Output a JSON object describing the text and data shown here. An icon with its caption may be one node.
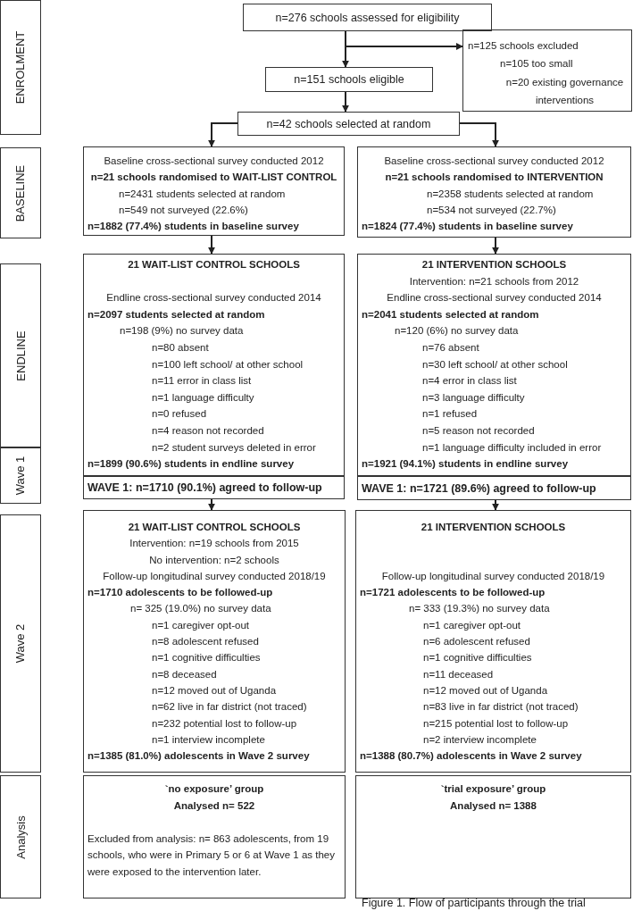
{
  "diagram": {
    "caption": "Figure 1. Flow of participants through the trial",
    "nodes": [
      {
        "text": [
          "ENROLMENT"
        ]
      },
      {
        "text": [
          "BASELINE"
        ]
      },
      {
        "text": [
          "ENDLINE"
        ]
      },
      {
        "text": [
          "Wave 1"
        ]
      },
      {
        "text": [
          "Wave 2"
        ]
      },
      {
        "text": [
          "Analysis"
        ]
      },
      {
        "text": [
          "n=276 schools assessed for eligibility"
        ]
      },
      {
        "text": [
          "n=125 schools excluded",
          "n=105 too small",
          "n=20 existing governance interventions"
        ]
      },
      {
        "text": [
          "n=151 schools eligible"
        ]
      },
      {
        "text": [
          "n=42 schools selected at random"
        ]
      },
      {
        "text": [
          "Baseline cross-sectional survey conducted 2012",
          "n=21 schools randomised to WAIT-LIST CONTROL",
          "n=2431 students selected at random",
          "n=549 not surveyed (22.6%)",
          "n=1882 (77.4%) students in baseline survey"
        ]
      },
      {
        "text": [
          "Baseline cross-sectional survey conducted 2012",
          "n=21 schools randomised to INTERVENTION",
          "n=2358 students selected at random",
          "n=534 not surveyed (22.7%)",
          "n=1824 (77.4%) students in baseline survey"
        ]
      },
      {
        "text": [
          "21 WAIT-LIST CONTROL SCHOOLS",
          "Endline cross-sectional survey conducted 2014",
          "n=2097 students selected at random",
          "n=198 (9%) no survey data",
          "n=80 absent",
          "n=100 left school/ at other school",
          "n=11 error in class list",
          "n=1 language difficulty",
          "n=0 refused",
          "n=4 reason not recorded",
          "n=2 student surveys deleted in error",
          "n=1899 (90.6%) students in endline survey"
        ]
      },
      {
        "text": [
          "21 INTERVENTION SCHOOLS",
          "Intervention: n=21 schools from 2012",
          "Endline cross-sectional survey conducted 2014",
          "n=2041 students selected at random",
          "n=120 (6%) no survey data",
          "n=76 absent",
          "n=30 left school/ at other school",
          "n=4 error in class list",
          "n=3 language difficulty",
          "n=1 refused",
          "n=5 reason not recorded",
          "n=1 language difficulty included in error",
          "n=1921 (94.1%) students in endline survey"
        ]
      },
      {
        "text": [
          "WAVE 1: n=1710 (90.1%) agreed to follow-up"
        ]
      },
      {
        "text": [
          "WAVE 1: n=1721 (89.6%) agreed to follow-up"
        ]
      },
      {
        "text": [
          "21 WAIT-LIST CONTROL SCHOOLS",
          "Intervention: n=19 schools from 2015",
          "No intervention: n=2 schools",
          "Follow-up longitudinal survey conducted 2018/19",
          "n=1710 adolescents to be followed-up",
          "n= 325 (19.0%) no survey data",
          "n=1 caregiver opt-out",
          "n=8 adolescent refused",
          "n=1 cognitive difficulties",
          "n=8 deceased",
          "n=12 moved out of Uganda",
          "n=62 live in far district (not traced)",
          "n=232 potential lost to follow-up",
          "n=1 interview incomplete",
          "n=1385 (81.0%) adolescents in Wave 2 survey"
        ]
      },
      {
        "text": [
          "21 INTERVENTION SCHOOLS",
          "Follow-up longitudinal survey conducted 2018/19",
          "n=1721 adolescents to be followed-up",
          "n= 333 (19.3%) no survey data",
          "n=1 caregiver opt-out",
          "n=6 adolescent refused",
          "n=1 cognitive difficulties",
          "n=11 deceased",
          "n=12 moved out of Uganda",
          "n=83 live in far district (not traced)",
          "n=215 potential lost to follow-up",
          "n=2 interview incomplete",
          "n=1388 (80.7%) adolescents in Wave 2 survey"
        ]
      },
      {
        "text": [
          "`no exposure’ group",
          "Analysed n= 522",
          "Excluded from analysis: n= 863 adolescents, from 19 schools, who were in Primary 5 or 6 at Wave 1 as they were exposed to the intervention later."
        ]
      },
      {
        "text": [
          "`trial exposure’ group",
          "Analysed n= 1388"
        ]
      }
    ],
    "edges": [
      {
        "from": 6,
        "to": 8,
        "arrow": "to"
      },
      {
        "from": 6,
        "to": 7,
        "arrow": "to"
      },
      {
        "from": 8,
        "to": 9,
        "arrow": "to"
      },
      {
        "from": 9,
        "to": 10,
        "arrow": "to"
      },
      {
        "from": 9,
        "to": 11,
        "arrow": "to"
      },
      {
        "from": 10,
        "to": 12,
        "arrow": "to"
      },
      {
        "from": 11,
        "to": 13,
        "arrow": "to"
      },
      {
        "from": 14,
        "to": 16,
        "arrow": "to"
      },
      {
        "from": 15,
        "to": 17,
        "arrow": "to"
      }
    ]
  }
}
